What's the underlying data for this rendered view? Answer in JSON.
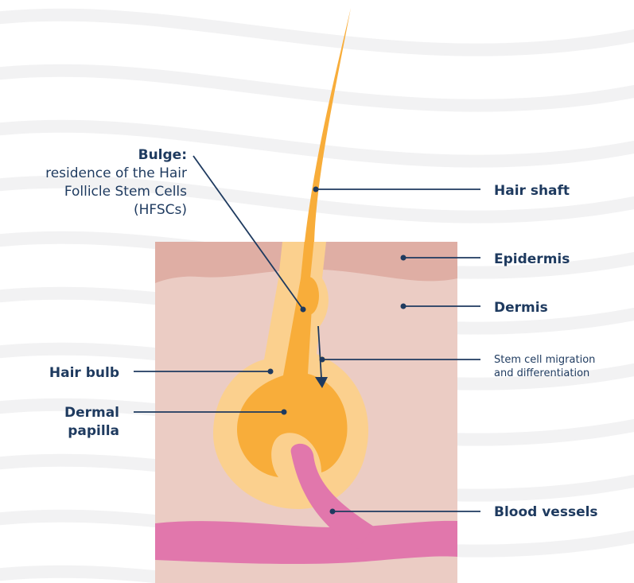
{
  "labels": {
    "bulge_title": "Bulge:",
    "bulge_line1": "residence of the Hair",
    "bulge_line2": "Follicle Stem Cells",
    "bulge_line3": "(HFSCs)",
    "hair_shaft": "Hair shaft",
    "epidermis": "Epidermis",
    "dermis": "Dermis",
    "stem_line1": "Stem cell migration",
    "stem_line2": "and differentiation",
    "hair_bulb": "Hair bulb",
    "papilla_line1": "Dermal",
    "papilla_line2": "papilla",
    "blood_vessels": "Blood vessels"
  },
  "colors": {
    "background_pattern": "#f1f1f2",
    "epidermis": "#dfaea4",
    "dermis": "#ebccc4",
    "follicle_sheath": "#fbd08e",
    "hair": "#f8ad3a",
    "blood_vessel": "#e177ac",
    "label_text": "#1e3a5f"
  }
}
